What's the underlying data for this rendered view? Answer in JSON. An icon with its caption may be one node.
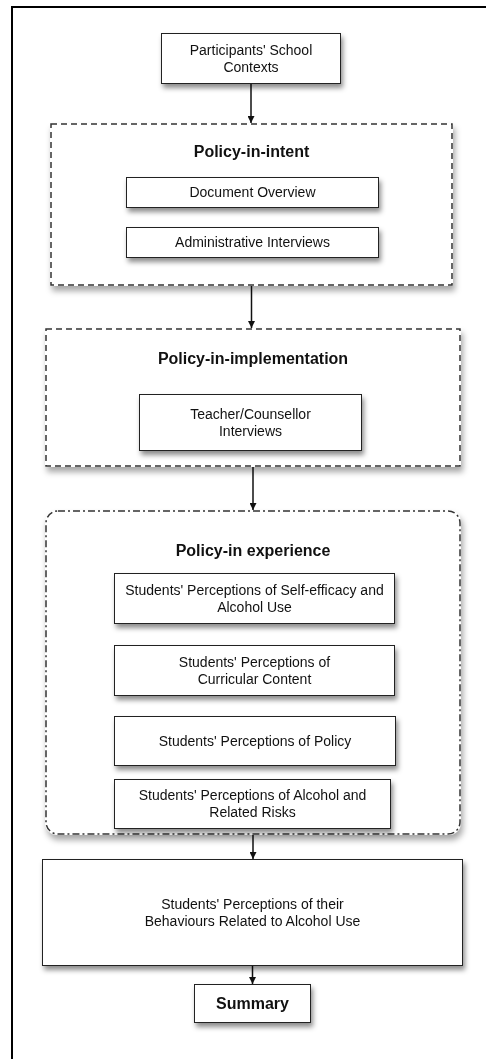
{
  "diagram": {
    "nodes": [
      {
        "text": [
          "Participants' School Contexts"
        ]
      },
      {
        "text": [
          "Policy-in-intent"
        ]
      },
      {
        "text": [
          "Document Overview"
        ],
        "in": 1
      },
      {
        "text": [
          "Administrative Interviews"
        ],
        "in": 1
      },
      {
        "text": [
          "Policy-in-implementation"
        ]
      },
      {
        "text": [
          "Teacher/Counsellor Interviews"
        ],
        "in": 4
      },
      {
        "text": [
          "Policy-in experience"
        ]
      },
      {
        "text": [
          "Students' Perceptions of Self-efficacy and Alcohol Use"
        ],
        "in": 6
      },
      {
        "text": [
          "Students' Perceptions of Curricular Content"
        ],
        "in": 6
      },
      {
        "text": [
          "Students' Perceptions of Policy"
        ],
        "in": 6
      },
      {
        "text": [
          "Students' Perceptions of Alcohol and Related Risks"
        ],
        "in": 6
      },
      {
        "text": [
          "Students' Perceptions of their Behaviours Related to Alcohol Use"
        ]
      },
      {
        "text": [
          "Summary"
        ]
      }
    ],
    "edges": [
      {
        "from": 0,
        "to": 1,
        "arrow": "to"
      },
      {
        "from": 1,
        "to": 4,
        "arrow": "to"
      },
      {
        "from": 4,
        "to": 6,
        "arrow": "to"
      },
      {
        "from": 6,
        "to": 11,
        "arrow": "to"
      },
      {
        "from": 11,
        "to": 12,
        "arrow": "to"
      }
    ]
  }
}
